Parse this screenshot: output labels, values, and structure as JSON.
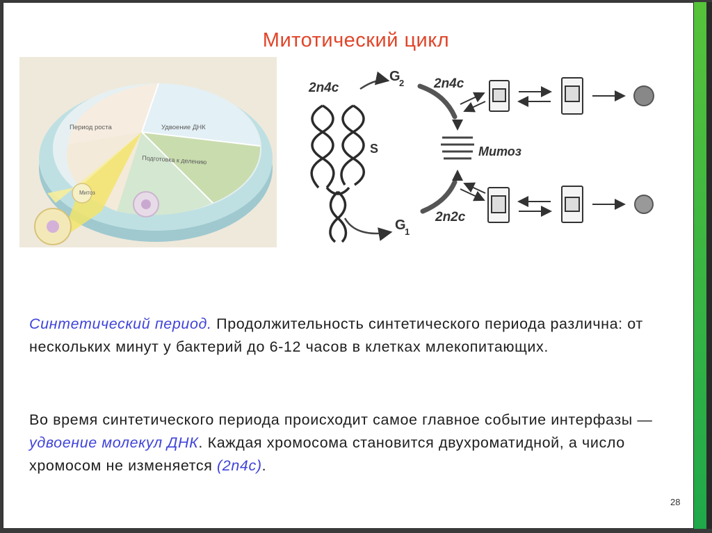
{
  "slide": {
    "title": "Митотический цикл",
    "page_number": "28"
  },
  "pie_figure": {
    "sectors": [
      {
        "label": "Период роста"
      },
      {
        "label": "Удвоение ДНК"
      },
      {
        "label": "Подготовка к делению"
      },
      {
        "label": "Митоз"
      }
    ]
  },
  "cycle_diagram": {
    "g2_ploidy": "2n4c",
    "g2_label": "G",
    "g2_sub": "2",
    "g2_right_ploidy": "2n4c",
    "s_label": "S",
    "mitosis_label": "Митоз",
    "g1_ploidy": "2n2c",
    "g1_label": "G",
    "g1_sub": "1"
  },
  "text": {
    "p1": {
      "highlight": "Синтетический период.",
      "rest": " Продолжительность синтетического периода различна: от нескольких минут у бактерий до 6-12 часов в клетках млекопитающих."
    },
    "p2": {
      "part1": "Во время синтетического периода происходит самое главное событие интерфазы — ",
      "highlight": "удвоение молекул ДНК",
      "part2": ". Каждая хромосома становится двухроматидной, а число хромосом не изменяется ",
      "formula": "(2n4c)",
      "end": "."
    }
  },
  "colors": {
    "title": "#e0452a",
    "highlight": "#3f43d8",
    "side_accent": "#3fb540"
  }
}
